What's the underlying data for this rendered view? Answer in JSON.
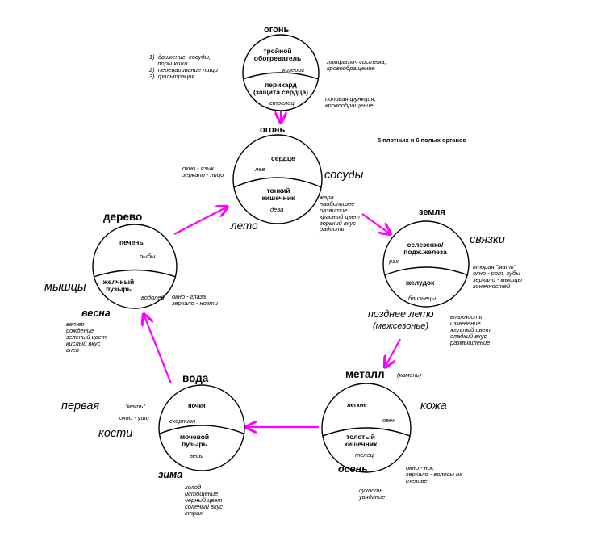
{
  "colors": {
    "arrow": "#ff00ff",
    "line": "#000000"
  },
  "top": {
    "title": "огонь",
    "upper": "тройной обогреватель",
    "upper_sign": "козерог",
    "lower": "перикард (защита сердца)",
    "lower_sign": "стрелец",
    "functions": "1)  движение, сосуды,\n     поры кожи\n2)  переваривание пищи\n3)  фильтрация",
    "right_upper": "лимфатич система,\nкровообращение",
    "right_lower": "половая функция,\nкровообращение"
  },
  "fire": {
    "title": "огонь",
    "upper": "сердце",
    "upper_sign": "лев",
    "lower": "тонкий кишечник",
    "lower_sign": "дева",
    "window": "окно - язык\nзеркало - лицо",
    "tissue": "сосуды",
    "season": "лето",
    "traits": "жара\nнаибольшее\nразвитие\nкрасный цвет\nгорький вкус\nрадость"
  },
  "note": "5 плотных и 6 полых органов",
  "earth": {
    "title": "земля",
    "upper": "селезенка/ подж.железа",
    "upper_sign": "рак",
    "lower": "желудок",
    "lower_sign": "близнецы",
    "tissue": "связки",
    "mother": "вторая \"мать\"\nокно - рот, губы\nзеркало - мышцы\nконечностей",
    "season": "позднее лето",
    "season_sub": "(межсезонье)",
    "traits": "влажность\nизменение\nжелтый цвет\nсладкий вкус\nразмышление"
  },
  "wood": {
    "title": "дерево",
    "upper": "печень",
    "upper_sign": "рыбы",
    "lower": "желчный пузырь",
    "lower_sign": "водолей",
    "tissue": "мышцы",
    "window": "окно - глаза\nзеркало - ногти",
    "season": "весна",
    "traits": "ветер\nрождение\nзеленый цвет\nкислый вкус\nгнев"
  },
  "metal": {
    "title": "металл",
    "note": "(камень)",
    "upper": "легкие",
    "upper_sign": "овен",
    "lower": "толстый кишечник",
    "lower_sign": "телец",
    "tissue": "кожа",
    "season": "осень",
    "window": "окно - нос\nзеркало - волосы на\nтелове",
    "traits": "сухость\nувядание"
  },
  "water": {
    "title": "вода",
    "first": "первая",
    "mother": "\"мать\"",
    "window": "окно - уши",
    "tissue": "кости",
    "upper": "почки",
    "upper_sign": "скорпион",
    "lower": "мочевой пузырь",
    "lower_sign": "весы",
    "season": "зима",
    "traits": "холод\nистощение\nчерный цвет\nсоленый вкус\nстрах"
  }
}
